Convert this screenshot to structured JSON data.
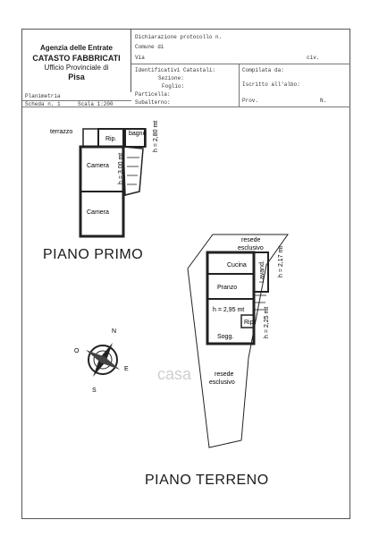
{
  "header": {
    "agency": "Agenzia delle Entrate",
    "title": "CATASTO FABBRICATI",
    "office": "Ufficio Provinciale di",
    "city": "Pisa",
    "dichiarazione": "Dichiarazione protocollo n.",
    "comune": "Comune di",
    "via": "Via",
    "civ": "civ.",
    "identificativi": "Identificativi Catastali:",
    "sezione": "Sezione:",
    "foglio": "Foglio:",
    "particella": "Particella:",
    "subalterno": "Subalterno:",
    "compilata": "Compilata da:",
    "iscritto": "Iscritto all'albo:",
    "prov": "Prov.",
    "n": "N."
  },
  "sheet": {
    "planimetria": "Planimetria",
    "scheda": "Scheda n. 1",
    "scala": "Scala 1:200"
  },
  "floors": {
    "primo": {
      "title": "PIANO PRIMO",
      "terrazzo": "terrazzo",
      "rip": "Rip.",
      "bagno": "bagno",
      "camera1": "Camera",
      "camera2": "Camera",
      "h1": "h = 2,80 mt",
      "h2": "h = 3,00 mt"
    },
    "terreno": {
      "title": "PIANO TERRENO",
      "resede_top": [
        "resede",
        "esclusivo"
      ],
      "cucina": "Cucina",
      "lavand": "Lavand.",
      "pranzo": "Pranzo",
      "sogg": "Sogg.",
      "rip": "Rip.",
      "resede_bottom": [
        "resede",
        "esclusivo"
      ],
      "h1": "h = 2,17 mt",
      "h2": "h = 2,95 mt",
      "h3": "h = 2,25 mt"
    }
  },
  "compass": {
    "n": "N",
    "o": "O",
    "e": "E",
    "s": "S"
  },
  "watermark": "casa"
}
